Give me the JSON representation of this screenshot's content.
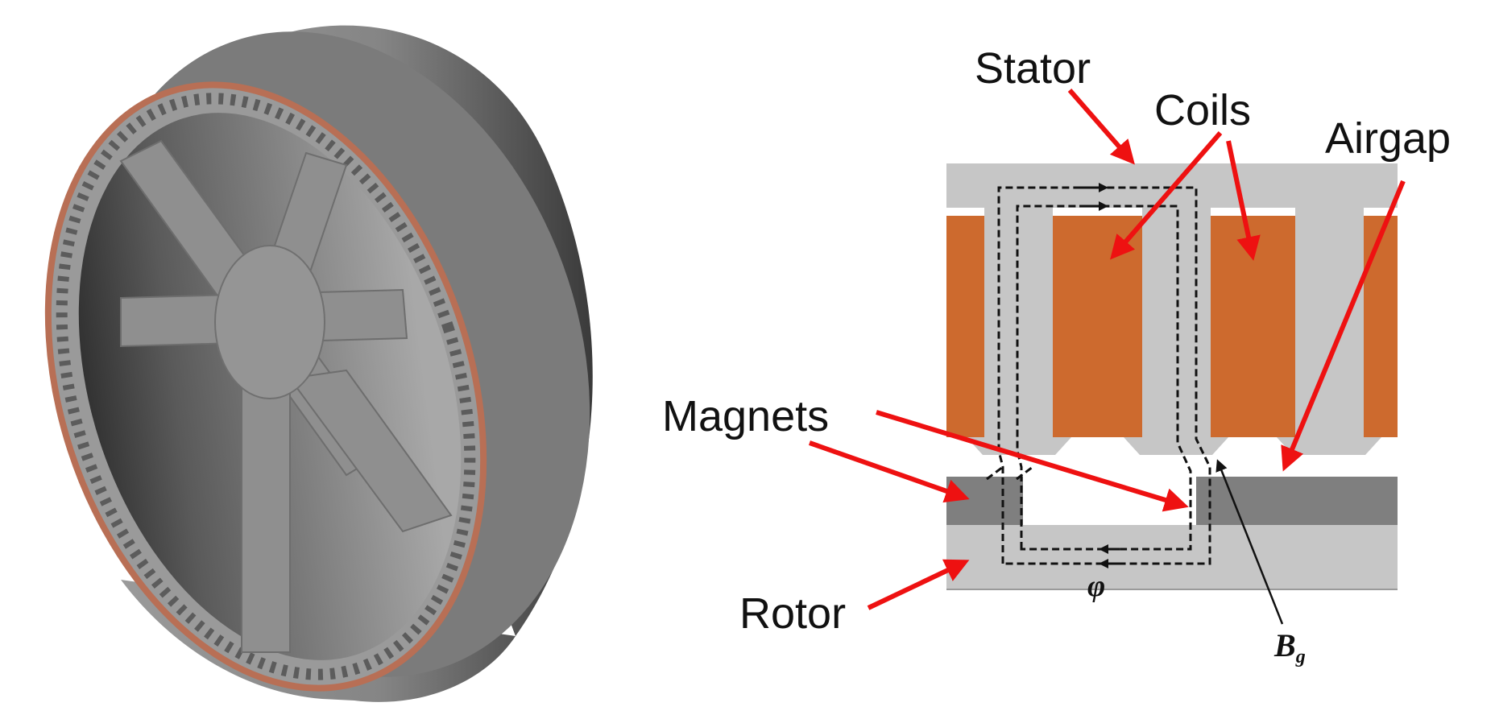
{
  "labels": {
    "stator": "Stator",
    "coils": "Coils",
    "airgap": "Airgap",
    "magnets": "Magnets",
    "rotor": "Rotor"
  },
  "symbols": {
    "flux": "φ",
    "field": "B",
    "field_subscript": "g"
  },
  "colors": {
    "steel_light": "#c6c6c6",
    "magnet_dark": "#7f7f7f",
    "coil": "#cd6a2e",
    "arrow": "#ee1111",
    "housing": "#8c8c8c",
    "copper_ring": "#b86f55"
  }
}
